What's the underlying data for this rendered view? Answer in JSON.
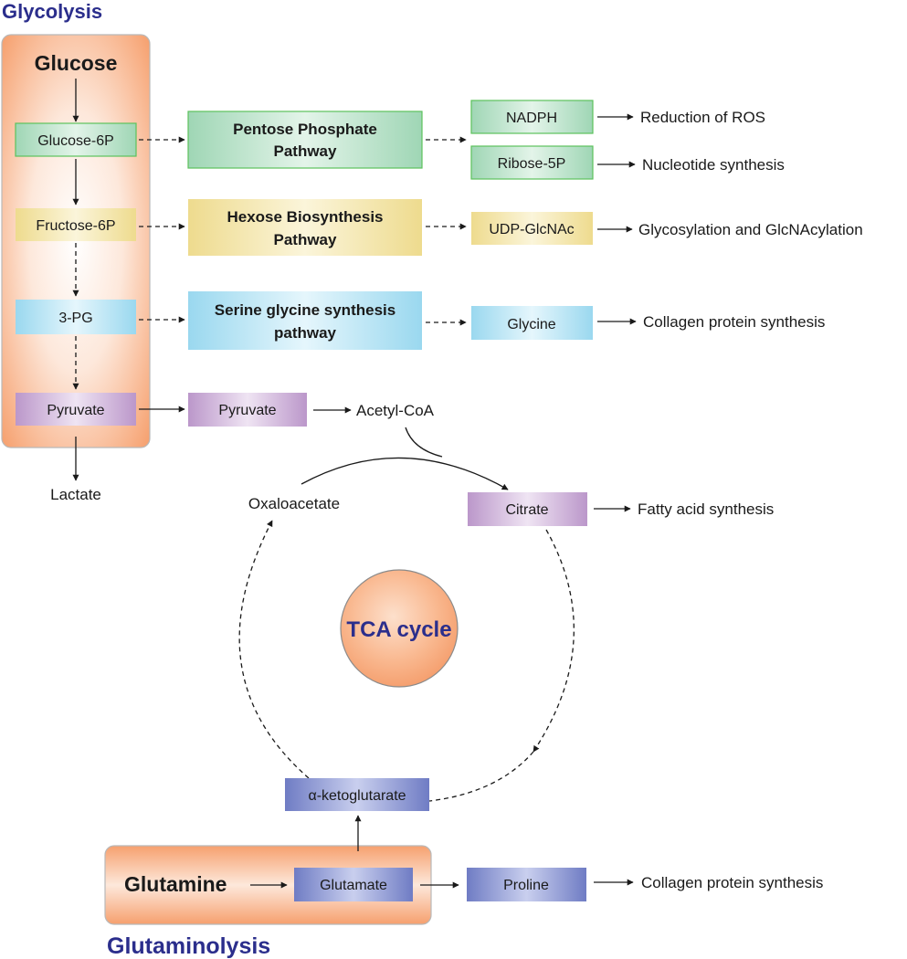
{
  "sections": {
    "glycolysis": "Glycolysis",
    "glutaminolysis": "Glutaminolysis"
  },
  "glycolysis_chain": {
    "glucose": "Glucose",
    "glucose_6p": "Glucose-6P",
    "fructose_6p": "Fructose-6P",
    "pg3": "3-PG",
    "pyruvate": "Pyruvate",
    "lactate": "Lactate"
  },
  "pathways": {
    "pentose_line1": "Pentose Phosphate",
    "pentose_line2": "Pathway",
    "hexose_line1": "Hexose Biosynthesis",
    "hexose_line2": "Pathway",
    "serine_line1": "Serine glycine synthesis",
    "serine_line2": "pathway"
  },
  "products": {
    "nadph": "NADPH",
    "ribose_5p": "Ribose-5P",
    "udp_glcnac": "UDP-GlcNAc",
    "glycine": "Glycine"
  },
  "outcomes": {
    "reduction_ros": "Reduction of ROS",
    "nucleotide_synthesis": "Nucleotide synthesis",
    "glycosylation": "Glycosylation and GlcNAcylation",
    "collagen_glycine": "Collagen protein synthesis",
    "fatty_acid": "Fatty acid synthesis",
    "collagen_proline": "Collagen protein synthesis"
  },
  "tca": {
    "pyruvate": "Pyruvate",
    "acetyl_coa": "Acetyl-CoA",
    "citrate": "Citrate",
    "oxaloacetate": "Oxaloacetate",
    "cycle_label": "TCA cycle",
    "alpha_kg": "α-ketoglutarate"
  },
  "glutamine_chain": {
    "glutamine": "Glutamine",
    "glutamate": "Glutamate",
    "proline": "Proline"
  },
  "colors": {
    "heading": "#2b2e8c",
    "green": "#bfe3cc",
    "green_border": "#5cc25c",
    "yellow": "#f3e7b0",
    "blue": "#b7e3f3",
    "purple": "#cfb4d9",
    "indigo": "#8c97d2",
    "orange": "#f8b083"
  }
}
